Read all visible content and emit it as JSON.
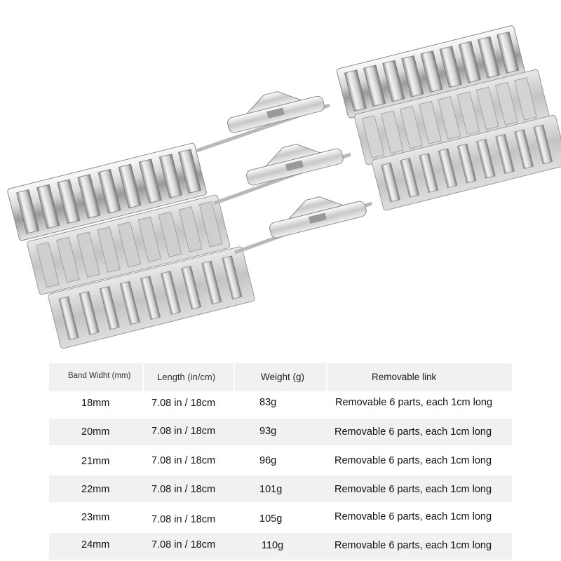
{
  "product_photo": {
    "description_icon": "steel-watch-band-icon",
    "bands": [
      {
        "finish": "polished",
        "clasp": "butterfly-deployment"
      },
      {
        "finish": "brushed",
        "clasp": "butterfly-deployment"
      },
      {
        "finish": "brushed-polished",
        "clasp": "butterfly-deployment"
      }
    ]
  },
  "spec_table": {
    "headers": {
      "width": "Band Widht (mm)",
      "length": "Length (in/cm)",
      "weight": "Weight (g)",
      "link": "Removable link"
    },
    "rows": [
      {
        "width": "18mm",
        "length": "7.08 in / 18cm",
        "weight": "83g",
        "link": "Removable 6 parts, each 1cm long"
      },
      {
        "width": "20mm",
        "length": "7.08 in / 18cm",
        "weight": "93g",
        "link": "Removable 6 parts, each 1cm long"
      },
      {
        "width": "21mm",
        "length": "7.08 in / 18cm",
        "weight": "96g",
        "link": "Removable 6 parts, each 1cm long"
      },
      {
        "width": "22mm",
        "length": "7.08 in / 18cm",
        "weight": "101g",
        "link": "Removable 6 parts, each 1cm long"
      },
      {
        "width": "23mm",
        "length": "7.08 in / 18cm",
        "weight": "105g",
        "link": "Removable 6 parts, each 1cm long"
      },
      {
        "width": "24mm",
        "length": "7.08 in / 18cm",
        "weight": "110g",
        "link": "Removable 6 parts, each 1cm long"
      }
    ]
  }
}
